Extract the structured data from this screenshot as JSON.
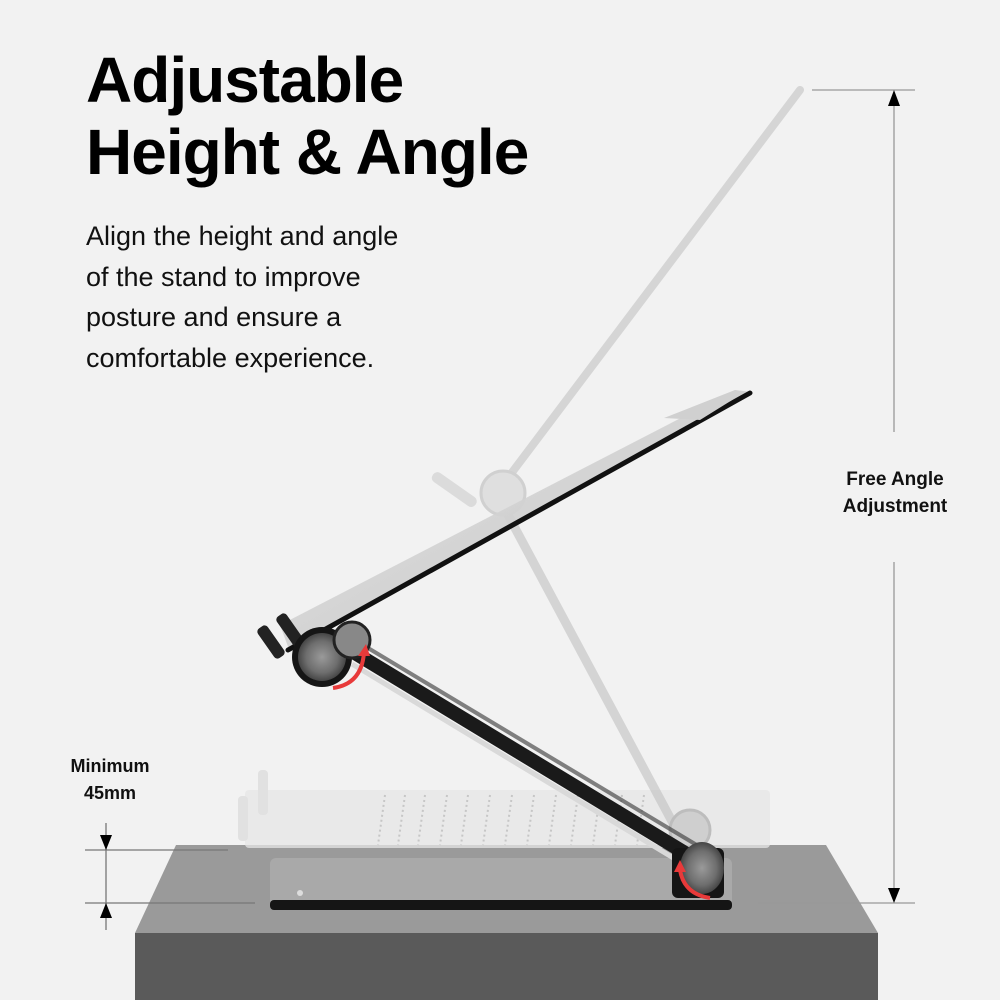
{
  "headline": {
    "line1": "Adjustable",
    "line2": "Height & Angle"
  },
  "description": {
    "lines": [
      "Align the height and angle",
      "of the stand to improve",
      "posture and ensure a",
      "comfortable experience."
    ]
  },
  "annotations": {
    "angle": {
      "line1": "Free Angle",
      "line2": "Adjustment"
    },
    "minimum_height": {
      "line1": "Minimum",
      "line2": "45mm"
    }
  },
  "colors": {
    "background": "#f2f2f2",
    "text": "#000000",
    "rotation_arrow": "#e83a3a",
    "pedestal_top": "#9a9a9a",
    "pedestal_front": "#5a5a5a",
    "stand_dark": "#111111",
    "stand_ghost": "#c8c8c8"
  }
}
